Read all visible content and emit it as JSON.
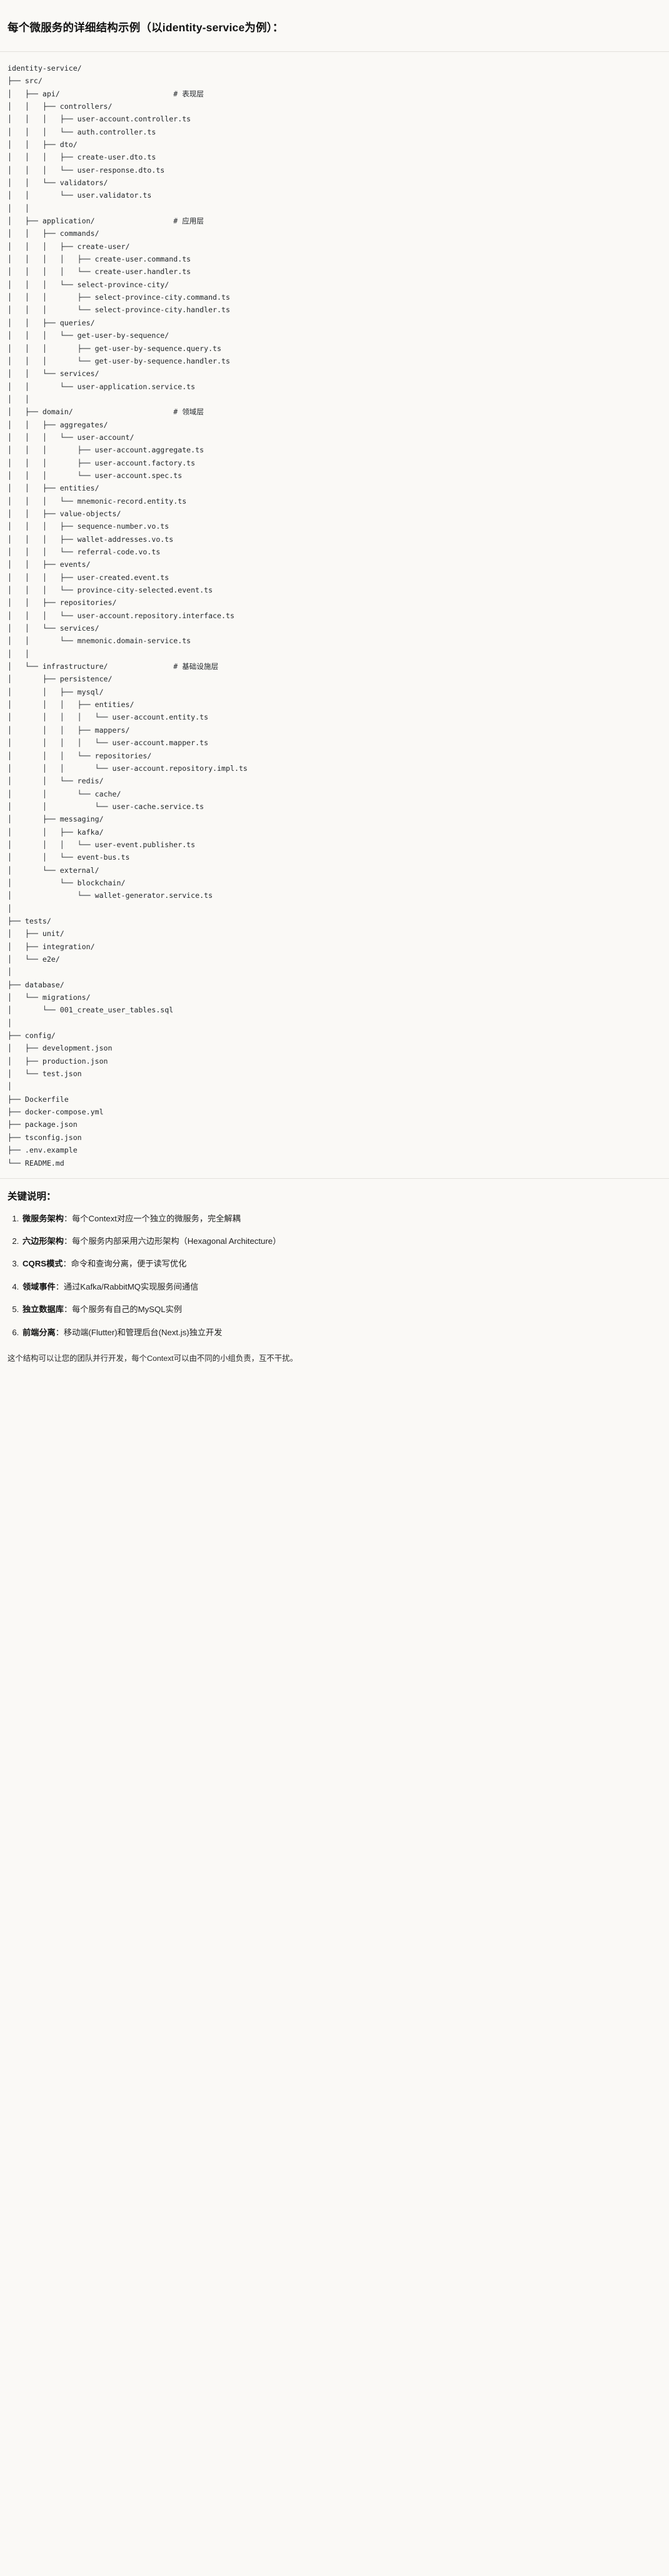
{
  "header": {
    "title": "每个微服务的详细结构示例（以identity-service为例）："
  },
  "tree": {
    "root": "identity-service/",
    "text": "identity-service/\n├── src/\n│   ├── api/                          # 表现层\n│   │   ├── controllers/\n│   │   │   ├── user-account.controller.ts\n│   │   │   └── auth.controller.ts\n│   │   ├── dto/\n│   │   │   ├── create-user.dto.ts\n│   │   │   └── user-response.dto.ts\n│   │   └── validators/\n│   │       └── user.validator.ts\n│   │\n│   ├── application/                  # 应用层\n│   │   ├── commands/\n│   │   │   ├── create-user/\n│   │   │   │   ├── create-user.command.ts\n│   │   │   │   └── create-user.handler.ts\n│   │   │   └── select-province-city/\n│   │   │       ├── select-province-city.command.ts\n│   │   │       └── select-province-city.handler.ts\n│   │   ├── queries/\n│   │   │   └── get-user-by-sequence/\n│   │   │       ├── get-user-by-sequence.query.ts\n│   │   │       └── get-user-by-sequence.handler.ts\n│   │   └── services/\n│   │       └── user-application.service.ts\n│   │\n│   ├── domain/                       # 领域层\n│   │   ├── aggregates/\n│   │   │   └── user-account/\n│   │   │       ├── user-account.aggregate.ts\n│   │   │       ├── user-account.factory.ts\n│   │   │       └── user-account.spec.ts\n│   │   ├── entities/\n│   │   │   └── mnemonic-record.entity.ts\n│   │   ├── value-objects/\n│   │   │   ├── sequence-number.vo.ts\n│   │   │   ├── wallet-addresses.vo.ts\n│   │   │   └── referral-code.vo.ts\n│   │   ├── events/\n│   │   │   ├── user-created.event.ts\n│   │   │   └── province-city-selected.event.ts\n│   │   ├── repositories/\n│   │   │   └── user-account.repository.interface.ts\n│   │   └── services/\n│   │       └── mnemonic.domain-service.ts\n│   │\n│   └── infrastructure/               # 基础设施层\n│       ├── persistence/\n│       │   ├── mysql/\n│       │   │   ├── entities/\n│       │   │   │   └── user-account.entity.ts\n│       │   │   ├── mappers/\n│       │   │   │   └── user-account.mapper.ts\n│       │   │   └── repositories/\n│       │   │       └── user-account.repository.impl.ts\n│       │   └── redis/\n│       │       └── cache/\n│       │           └── user-cache.service.ts\n│       ├── messaging/\n│       │   ├── kafka/\n│       │   │   └── user-event.publisher.ts\n│       │   └── event-bus.ts\n│       └── external/\n│           └── blockchain/\n│               └── wallet-generator.service.ts\n│\n├── tests/\n│   ├── unit/\n│   ├── integration/\n│   └── e2e/\n│\n├── database/\n│   └── migrations/\n│       └── 001_create_user_tables.sql\n│\n├── config/\n│   ├── development.json\n│   ├── production.json\n│   └── test.json\n│\n├── Dockerfile\n├── docker-compose.yml\n├── package.json\n├── tsconfig.json\n├── .env.example\n└── README.md",
    "layer_comments": [
      "# 表现层",
      "# 应用层",
      "# 领域层",
      "# 基础设施层"
    ]
  },
  "notes": {
    "title": "关键说明：",
    "items": [
      {
        "term": "微服务架构",
        "body": "：每个Context对应一个独立的微服务，完全解耦"
      },
      {
        "term": "六边形架构",
        "body": "：每个服务内部采用六边形架构（Hexagonal Architecture）"
      },
      {
        "term": "CQRS模式",
        "body": "：命令和查询分离，便于读写优化"
      },
      {
        "term": "领域事件",
        "body": "：通过Kafka/RabbitMQ实现服务间通信"
      },
      {
        "term": "独立数据库",
        "body": "：每个服务有自己的MySQL实例"
      },
      {
        "term": "前端分离",
        "body": "：移动端(Flutter)和管理后台(Next.js)独立开发"
      }
    ],
    "closing": "这个结构可以让您的团队并行开发，每个Context可以由不同的小组负责，互不干扰。"
  },
  "colors": {
    "background": "#faf9f6",
    "text": "#1f1f1f",
    "code_text": "#22262a",
    "rule": "#e3e1dc"
  }
}
